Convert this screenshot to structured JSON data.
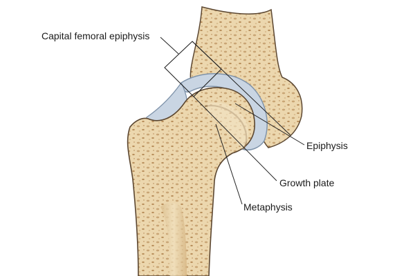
{
  "labels": {
    "capital_femoral_epiphysis": "Capital femoral epiphysis",
    "epiphysis": "Epiphysis",
    "growth_plate": "Growth plate",
    "metaphysis": "Metaphysis"
  },
  "colors": {
    "bone": "#ecd7ae",
    "bone_dark": "#b98f5c",
    "cartilage": "#c9d5e3",
    "cartilage_edge": "#7f93aa",
    "outline": "#5b4630",
    "leader": "#222222"
  }
}
